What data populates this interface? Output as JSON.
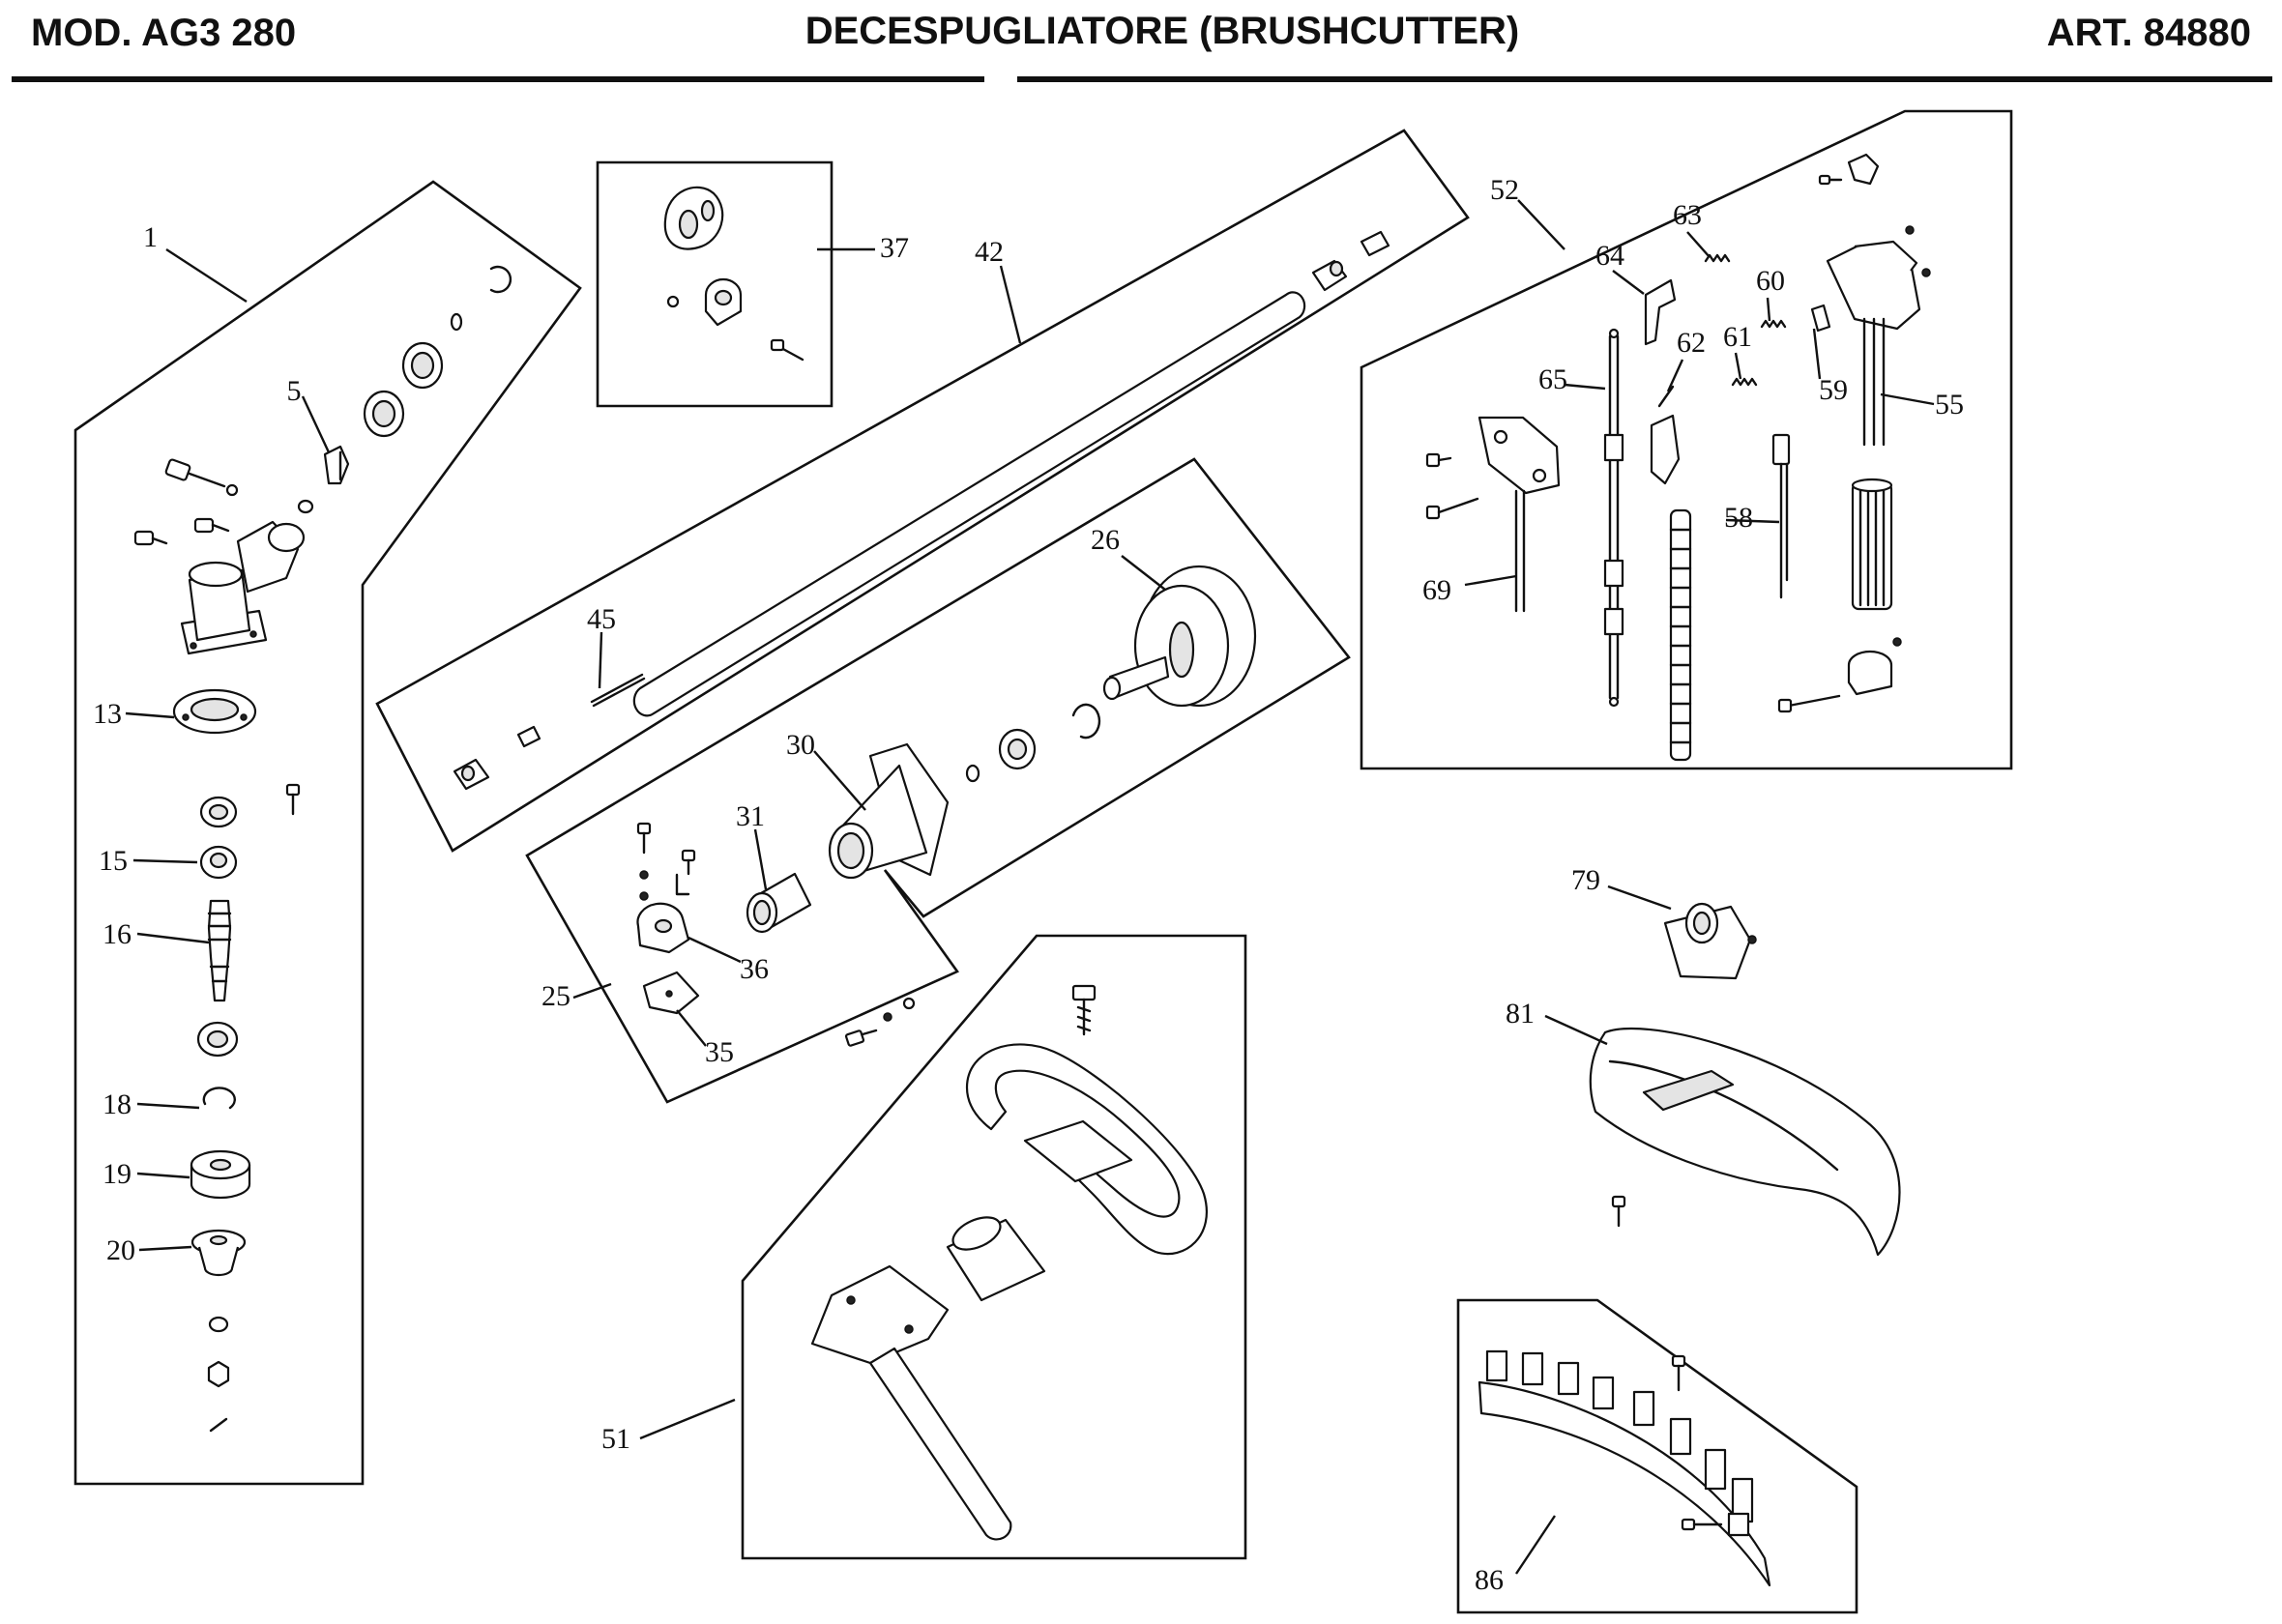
{
  "header": {
    "model": "MOD. AG3 280",
    "title": "DECESPUGLIATORE (BRUSHCUTTER)",
    "article": "ART. 84880"
  },
  "callouts": {
    "c1": "1",
    "c5": "5",
    "c13": "13",
    "c15": "15",
    "c16": "16",
    "c18": "18",
    "c19": "19",
    "c20": "20",
    "c25": "25",
    "c26": "26",
    "c30": "30",
    "c31": "31",
    "c35": "35",
    "c36": "36",
    "c37": "37",
    "c42": "42",
    "c45": "45",
    "c51": "51",
    "c52": "52",
    "c55": "55",
    "c58": "58",
    "c59": "59",
    "c60": "60",
    "c61": "61",
    "c62": "62",
    "c63": "63",
    "c64": "64",
    "c65": "65",
    "c69": "69",
    "c79": "79",
    "c81": "81",
    "c86": "86"
  }
}
